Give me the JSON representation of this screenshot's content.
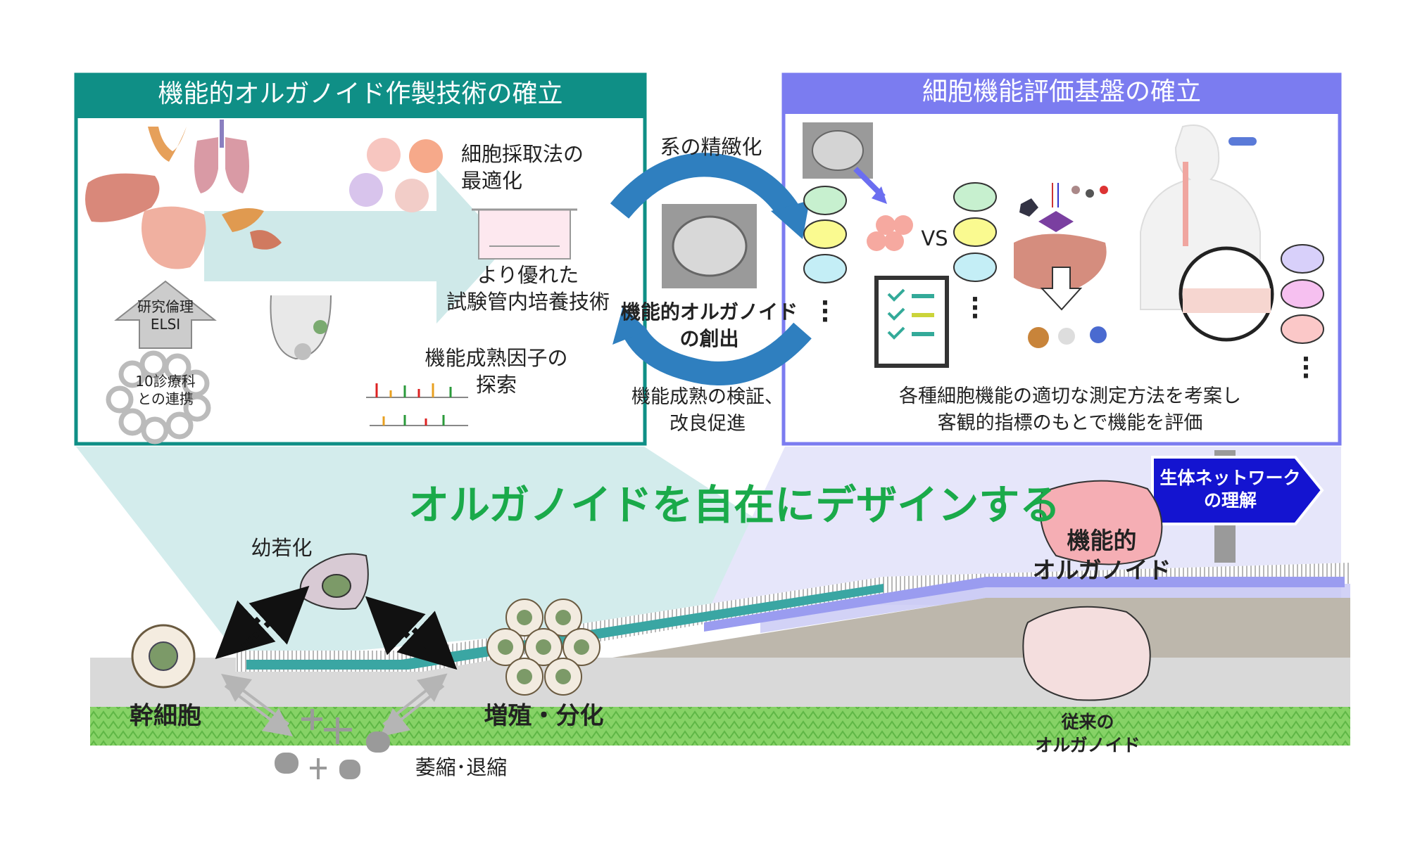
{
  "left_panel": {
    "title": "機能的オルガノイド作製技術の確立",
    "cell_collection": "細胞採取法の\n最適化",
    "culture": "より優れた\n試験管内培養技術",
    "maturation_factor": "機能成熟因子の\n探索",
    "ethics": "研究倫理\nELSI",
    "collab": "10診療科\nとの連携"
  },
  "right_panel": {
    "title": "細胞機能評価基盤の確立",
    "vs": "VS",
    "evaluation": "各種細胞機能の適切な測定方法を考案し\n客観的指標のもとで機能を評価"
  },
  "center": {
    "refine": "系の精緻化",
    "creation": "機能的オルガノイド\nの創出",
    "verify": "機能成熟の検証、\n改良促進"
  },
  "bottom": {
    "slogan": "オルガノイドを自在にデザインする",
    "rejuvenation": "幼若化",
    "stem_cell": "幹細胞",
    "proliferation": "増殖・分化",
    "atrophy": "萎縮･退縮",
    "functional_organoid": "機能的\nオルガノイド",
    "conventional_organoid": "従来の\nオルガノイド",
    "network_sign": "生体ネットワーク\nの理解"
  },
  "colors": {
    "teal": "#0f8f86",
    "purple": "#7b7cf0",
    "green_slogan": "#1aaa4a",
    "navy_sign": "#1010c8",
    "grass": "#7fcf5f"
  }
}
